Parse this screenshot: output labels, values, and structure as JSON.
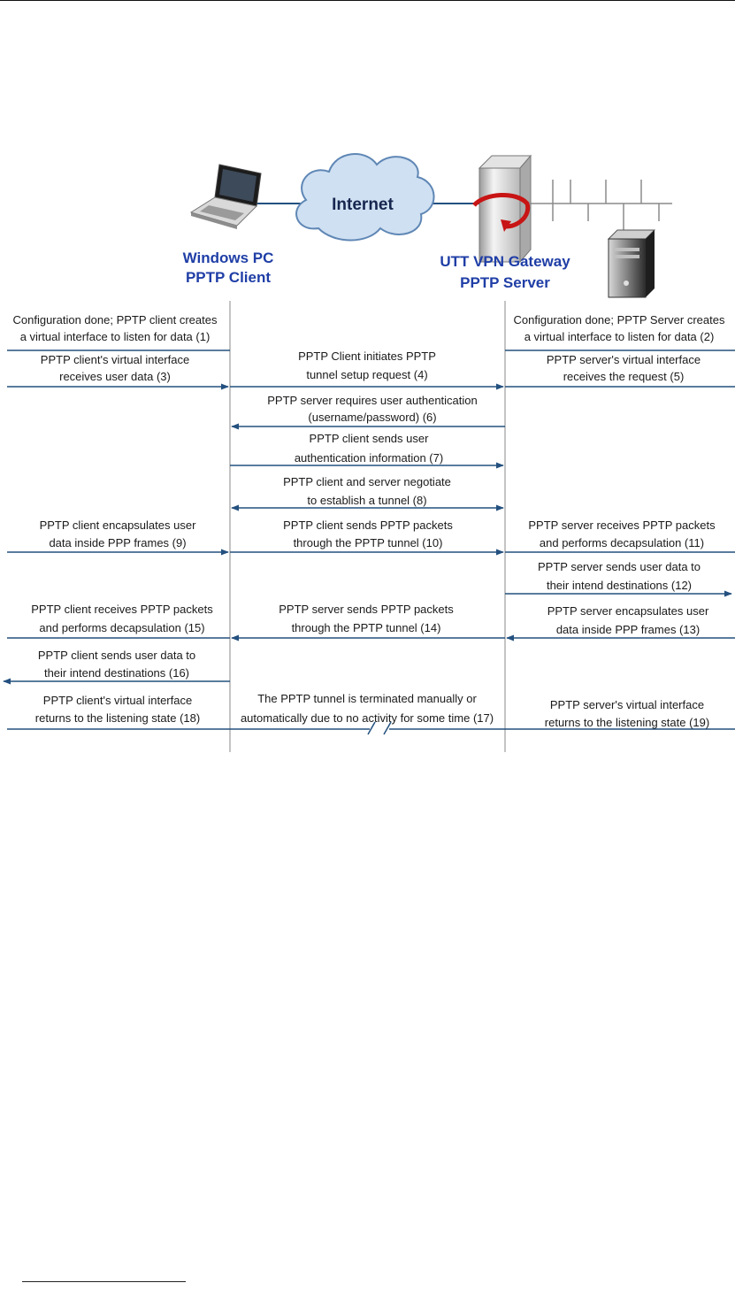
{
  "colors": {
    "arrow": "#23507f",
    "entity_text": "#1f3ea6",
    "lifeline": "#8a8a8a",
    "cloud_fill": "#cfe0f2",
    "cloud_stroke": "#5f87b5"
  },
  "icons": {
    "client": "laptop-icon",
    "cloud": "cloud-icon",
    "gateway": "server-tower-icon",
    "host": "desktop-tower-icon"
  },
  "network": {
    "cloud_label": "Internet"
  },
  "entities": {
    "client": [
      "Windows PC",
      "PPTP Client"
    ],
    "server": [
      "UTT VPN Gateway",
      "PPTP Server"
    ]
  },
  "steps": [
    {
      "id": "s1",
      "col": "left",
      "lines": [
        "Configuration done; PPTP client  creates",
        "a virtual interface to listen for data (1)"
      ]
    },
    {
      "id": "s2",
      "col": "right",
      "lines": [
        "Configuration done; PPTP Server creates",
        "a virtual interface to listen for data (2)"
      ]
    },
    {
      "id": "s3",
      "col": "left",
      "lines": [
        "PPTP client's virtual interface",
        "receives user data (3)"
      ]
    },
    {
      "id": "s4",
      "col": "mid",
      "lines": [
        "PPTP Client initiates PPTP",
        "tunnel setup request (4)"
      ]
    },
    {
      "id": "s5",
      "col": "right",
      "lines": [
        "PPTP server's virtual interface",
        "receives the request (5)"
      ]
    },
    {
      "id": "s6",
      "col": "mid",
      "lines": [
        "PPTP server  requires user authentication",
        "(username/password) (6)"
      ]
    },
    {
      "id": "s7",
      "col": "mid",
      "lines": [
        "PPTP client  sends user",
        "authentication information (7)"
      ]
    },
    {
      "id": "s8",
      "col": "mid",
      "lines": [
        "PPTP client and server negotiate",
        "to establish a tunnel (8)"
      ]
    },
    {
      "id": "s9",
      "col": "left",
      "lines": [
        "PPTP client encapsulates user",
        "data inside PPP frames (9)"
      ]
    },
    {
      "id": "s10",
      "col": "mid",
      "lines": [
        "PPTP client sends PPTP packets",
        "through the PPTP tunnel (10)"
      ]
    },
    {
      "id": "s11",
      "col": "right",
      "lines": [
        "PPTP server receives PPTP packets",
        "and performs decapsulation (11)"
      ]
    },
    {
      "id": "s12",
      "col": "right",
      "lines": [
        "PPTP server sends user data to",
        "their intend destinations (12)"
      ]
    },
    {
      "id": "s13",
      "col": "right",
      "lines": [
        "PPTP server encapsulates user",
        "data  inside PPP frames  (13)"
      ]
    },
    {
      "id": "s14",
      "col": "mid",
      "lines": [
        "PPTP server sends PPTP packets",
        "through the PPTP tunnel (14)"
      ]
    },
    {
      "id": "s15",
      "col": "left",
      "lines": [
        "PPTP client receives PPTP packets",
        "and performs decapsulation (15)"
      ]
    },
    {
      "id": "s16",
      "col": "left",
      "lines": [
        "PPTP client sends user data to",
        "their intend destinations (16)"
      ]
    },
    {
      "id": "s17",
      "col": "mid",
      "lines": [
        "The PPTP tunnel is terminated manually or",
        "automatically due to no activity for some time (17)"
      ]
    },
    {
      "id": "s18",
      "col": "left",
      "lines": [
        "PPTP client's  virtual interface",
        "returns to the listening state (18)"
      ]
    },
    {
      "id": "s19",
      "col": "right",
      "lines": [
        "PPTP server's virtual interface",
        "returns to the listening state (19)"
      ]
    }
  ]
}
